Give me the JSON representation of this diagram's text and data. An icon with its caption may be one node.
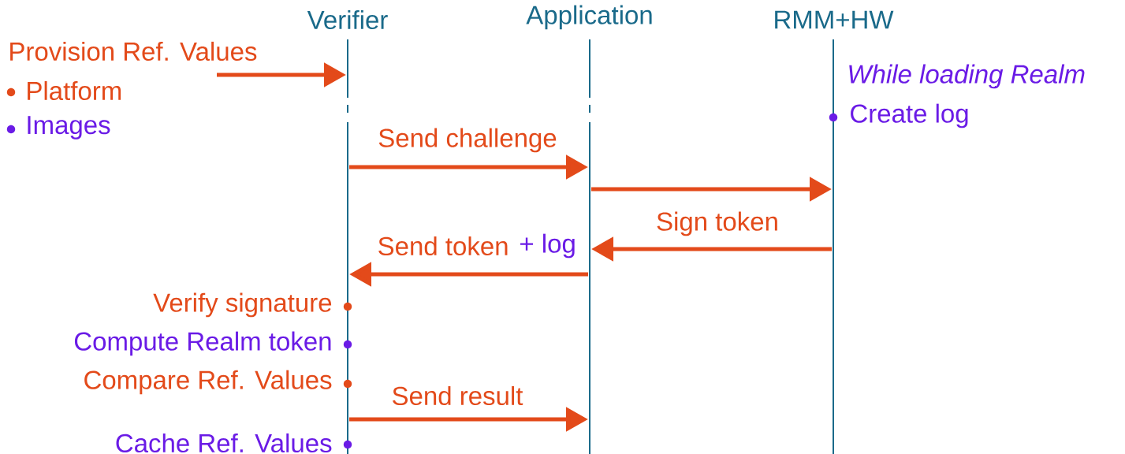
{
  "diagram": {
    "nodes": [
      {
        "text": [
          "Verifier"
        ]
      },
      {
        "text": [
          "Application"
        ]
      },
      {
        "text": [
          "RMM+HW"
        ]
      }
    ],
    "edges": [
      {
        "from": null,
        "to": 0,
        "arrow": "to"
      },
      {
        "from": 0,
        "to": 1,
        "arrow": "to",
        "label": "Send challenge"
      },
      {
        "from": 1,
        "to": 2,
        "arrow": "to"
      },
      {
        "from": 2,
        "to": 1,
        "arrow": "to",
        "label": "Sign token"
      },
      {
        "from": 1,
        "to": 0,
        "arrow": "to",
        "label": "Send token"
      },
      {
        "from": 0,
        "to": 1,
        "arrow": "to",
        "label": "Send result"
      }
    ],
    "labels": [
      "Provision Ref. Values",
      "Platform",
      "Images",
      "While loading Realm",
      "Create log",
      "+ log",
      "Verify signature",
      "Compute Realm token",
      "Compare Ref. Values",
      "Cache Ref. Values"
    ]
  }
}
